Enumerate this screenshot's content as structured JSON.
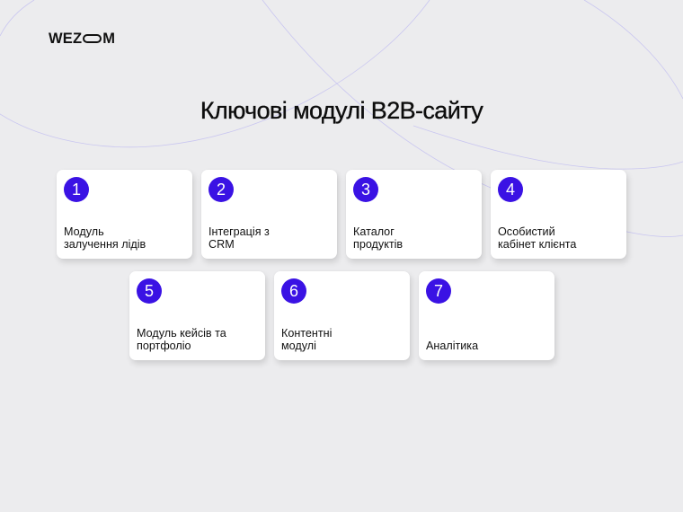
{
  "brand": {
    "logo_text_before": "WEZ",
    "logo_text_after": "M"
  },
  "page": {
    "title": "Ключові модулі B2B-сайту"
  },
  "colors": {
    "background": "#ececee",
    "accent": "#3a12e4",
    "card": "#ffffff",
    "curve": "#c9c6f0"
  },
  "modules": [
    {
      "number": "1",
      "label": "Модуль\nзалучення лідів"
    },
    {
      "number": "2",
      "label": "Інтеграція з\nCRM"
    },
    {
      "number": "3",
      "label": "Каталог\nпродуктів"
    },
    {
      "number": "4",
      "label": "Особистий\nкабінет клієнта"
    },
    {
      "number": "5",
      "label": "Модуль кейсів та\nпортфоліо"
    },
    {
      "number": "6",
      "label": "Контентні\nмодулі"
    },
    {
      "number": "7",
      "label": "Аналітика"
    }
  ]
}
